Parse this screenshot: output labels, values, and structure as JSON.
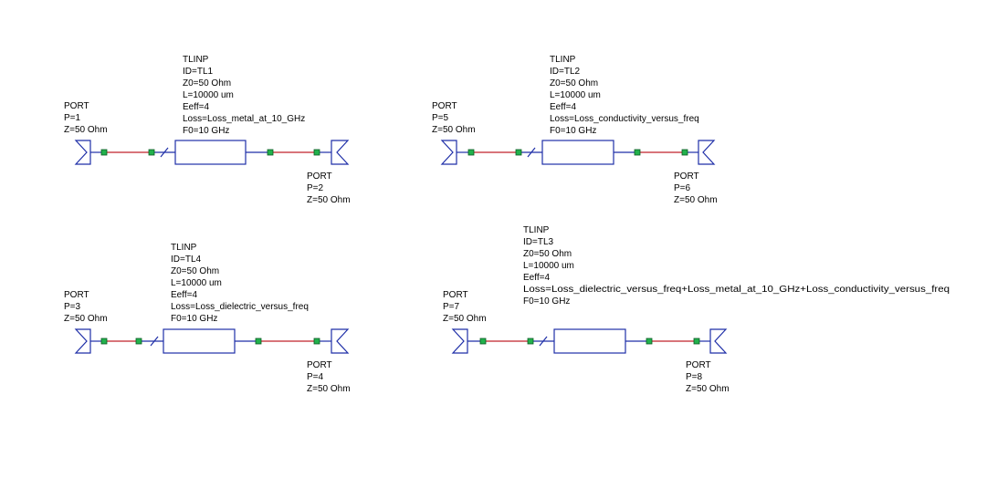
{
  "colors": {
    "component_outline": "#1f2fa8",
    "wire": "#c0202a",
    "node": "#22b14c",
    "text": "#000000",
    "background": "#ffffff"
  },
  "circuits": [
    {
      "tlin": {
        "name": "TLINP",
        "id": "ID=TL1",
        "z0": "Z0=50 Ohm",
        "length": "L=10000 um",
        "eeff": "Eeff=4",
        "loss": "Loss=Loss_metal_at_10_GHz",
        "f0": "F0=10 GHz"
      },
      "port_in": {
        "name": "PORT",
        "p": "P=1",
        "z": "Z=50 Ohm"
      },
      "port_out": {
        "name": "PORT",
        "p": "P=2",
        "z": "Z=50 Ohm"
      }
    },
    {
      "tlin": {
        "name": "TLINP",
        "id": "ID=TL2",
        "z0": "Z0=50 Ohm",
        "length": "L=10000 um",
        "eeff": "Eeff=4",
        "loss": "Loss=Loss_conductivity_versus_freq",
        "f0": "F0=10 GHz"
      },
      "port_in": {
        "name": "PORT",
        "p": "P=5",
        "z": "Z=50 Ohm"
      },
      "port_out": {
        "name": "PORT",
        "p": "P=6",
        "z": "Z=50 Ohm"
      }
    },
    {
      "tlin": {
        "name": "TLINP",
        "id": "ID=TL4",
        "z0": "Z0=50 Ohm",
        "length": "L=10000 um",
        "eeff": "Eeff=4",
        "loss": "Loss=Loss_dielectric_versus_freq",
        "f0": "F0=10 GHz"
      },
      "port_in": {
        "name": "PORT",
        "p": "P=3",
        "z": "Z=50 Ohm"
      },
      "port_out": {
        "name": "PORT",
        "p": "P=4",
        "z": "Z=50 Ohm"
      }
    },
    {
      "tlin": {
        "name": "TLINP",
        "id": "ID=TL3",
        "z0": "Z0=50 Ohm",
        "length": "L=10000 um",
        "eeff": "Eeff=4",
        "loss": "Loss=Loss_dielectric_versus_freq+Loss_metal_at_10_GHz+Loss_conductivity_versus_freq",
        "f0": "F0=10 GHz"
      },
      "port_in": {
        "name": "PORT",
        "p": "P=7",
        "z": "Z=50 Ohm"
      },
      "port_out": {
        "name": "PORT",
        "p": "P=8",
        "z": "Z=50 Ohm"
      }
    }
  ]
}
